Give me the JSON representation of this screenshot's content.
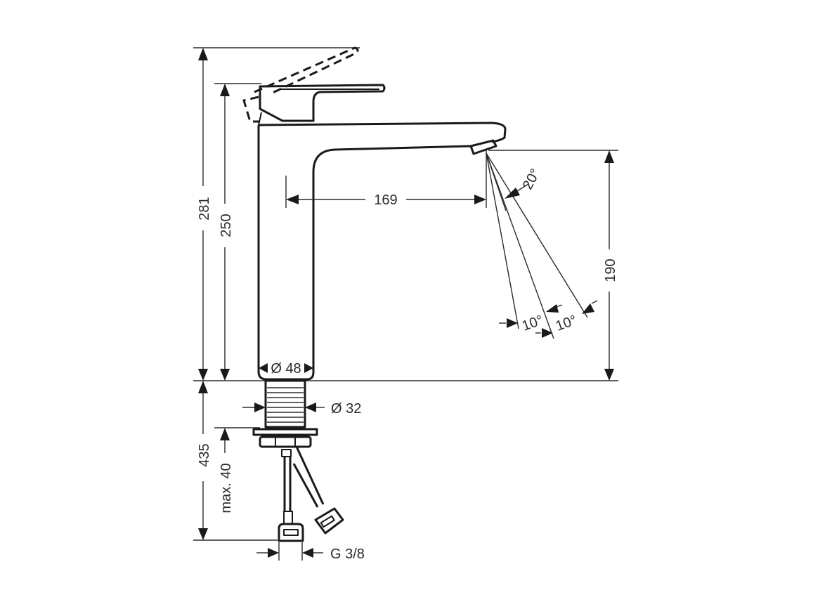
{
  "drawing": {
    "title": "Basin mixer dimension drawing",
    "stroke_color": "#1a1a1a",
    "background": "#ffffff",
    "dimensions": {
      "total_height": "281",
      "body_height": "250",
      "spout_reach": "169",
      "spout_height": "190",
      "spray_angle": "20°",
      "angle_a": "10°",
      "angle_b": "10°",
      "body_diameter": "Ø 48",
      "shank_diameter": "Ø 32",
      "hose_length": "435",
      "max_deck_thickness": "max. 40",
      "connection_thread": "G 3/8"
    }
  }
}
